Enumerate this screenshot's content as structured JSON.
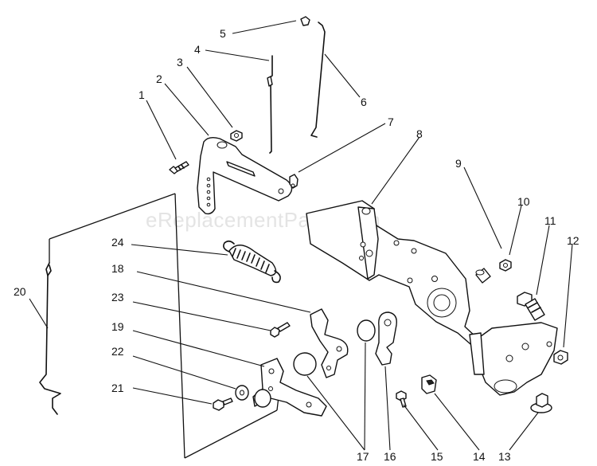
{
  "watermark": "eReplacementParts.com",
  "colors": {
    "line": "#111111",
    "background": "#ffffff",
    "watermark": "#e4e4e4"
  },
  "callouts": {
    "c1": "1",
    "c2": "2",
    "c3": "3",
    "c4": "4",
    "c5": "5",
    "c6": "6",
    "c7": "7",
    "c8": "8",
    "c9": "9",
    "c10": "10",
    "c11": "11",
    "c12": "12",
    "c13": "13",
    "c14": "14",
    "c15": "15",
    "c16": "16",
    "c17": "17",
    "c18": "18",
    "c19": "19",
    "c20": "20",
    "c21": "21",
    "c22": "22",
    "c23": "23",
    "c24": "24"
  }
}
